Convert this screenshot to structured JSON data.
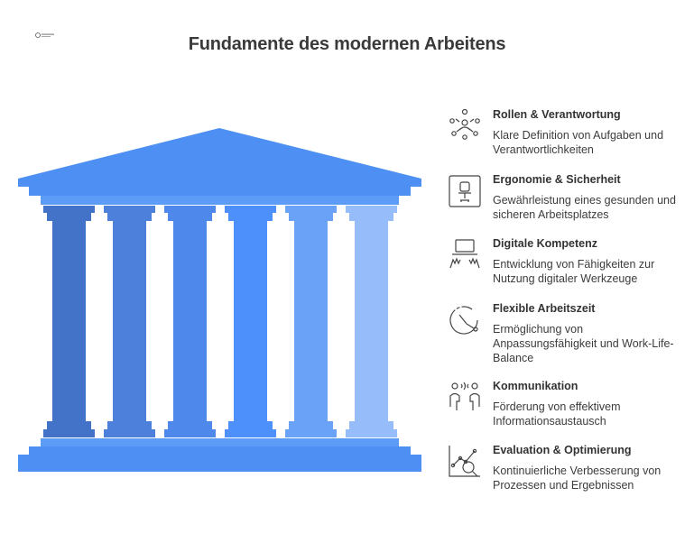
{
  "title": "Fundamente des modernen Arbeitens",
  "colors": {
    "roof": "#4d8ff2",
    "column1": "#4273c8",
    "column2": "#4c80db",
    "column3": "#4d88ea",
    "column4": "#4d90fb",
    "column5": "#6aa2f7",
    "column6": "#96bdfa",
    "icon_stroke": "#444444"
  },
  "items": [
    {
      "heading": "Rollen & Verantwortung",
      "description": "Klare Definition von Aufgaben und Verantwortlichkeiten",
      "icon": "team-roles-icon"
    },
    {
      "heading": "Ergonomie & Sicherheit",
      "description": "Gewährleistung eines gesunden und sicheren Arbeitsplatzes",
      "icon": "office-chair-icon"
    },
    {
      "heading": "Digitale Kompetenz",
      "description": "Entwicklung von Fähigkeiten zur Nutzung digitaler Werkzeuge",
      "icon": "laptop-hands-icon"
    },
    {
      "heading": "Flexible Arbeitszeit",
      "description": "Ermöglichung von Anpassungsfähigkeit und Work-Life-Balance",
      "icon": "clock-icon"
    },
    {
      "heading": "Kommunikation",
      "description": "Förderung von effektivem Informationsaustausch",
      "icon": "people-talking-icon"
    },
    {
      "heading": "Evaluation & Optimierung",
      "description": "Kontinuierliche Verbesserung von Prozessen und Ergebnissen",
      "icon": "analytics-magnifier-icon"
    }
  ]
}
